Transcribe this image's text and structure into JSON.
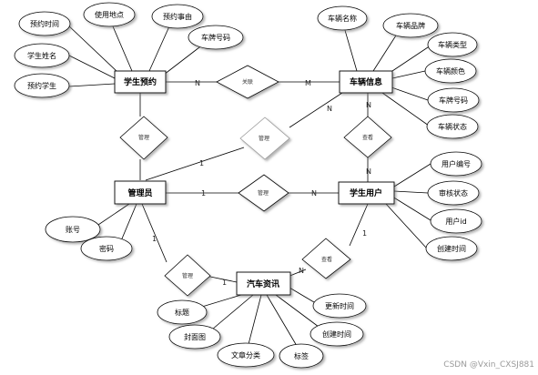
{
  "entities": [
    {
      "id": "student_booking",
      "label": "学生预约"
    },
    {
      "id": "vehicle_info",
      "label": "车辆信息"
    },
    {
      "id": "admin",
      "label": "管理员"
    },
    {
      "id": "student_user",
      "label": "学生用户"
    },
    {
      "id": "car_news",
      "label": "汽车资讯"
    }
  ],
  "attributes": [
    {
      "id": "a_time",
      "label": "预约时间"
    },
    {
      "id": "a_place",
      "label": "使用地点"
    },
    {
      "id": "a_reason",
      "label": "预约事由"
    },
    {
      "id": "a_plate1",
      "label": "车牌号码"
    },
    {
      "id": "a_stuname",
      "label": "学生姓名"
    },
    {
      "id": "a_stu",
      "label": "预约学生"
    },
    {
      "id": "v_name",
      "label": "车辆名称"
    },
    {
      "id": "v_brand",
      "label": "车辆品牌"
    },
    {
      "id": "v_type",
      "label": "车辆类型"
    },
    {
      "id": "v_color",
      "label": "车辆颜色"
    },
    {
      "id": "v_plate",
      "label": "车牌号码"
    },
    {
      "id": "v_status",
      "label": "车辆状态"
    },
    {
      "id": "u_no",
      "label": "用户编号"
    },
    {
      "id": "u_audit",
      "label": "审核状态"
    },
    {
      "id": "u_id",
      "label": "用户id"
    },
    {
      "id": "u_created",
      "label": "创建时间"
    },
    {
      "id": "ad_acc",
      "label": "账号"
    },
    {
      "id": "ad_pwd",
      "label": "密码"
    },
    {
      "id": "n_title",
      "label": "标题"
    },
    {
      "id": "n_cover",
      "label": "封面图"
    },
    {
      "id": "n_cat",
      "label": "文章分类"
    },
    {
      "id": "n_tag",
      "label": "标签"
    },
    {
      "id": "n_created",
      "label": "创建时间"
    },
    {
      "id": "n_updated",
      "label": "更新时间"
    }
  ],
  "relationships": [
    {
      "id": "r_link",
      "label": "关联"
    },
    {
      "id": "r_manage1",
      "label": "管理"
    },
    {
      "id": "r_manage2",
      "label": "管理"
    },
    {
      "id": "r_manage3",
      "label": "管理"
    },
    {
      "id": "r_manage4",
      "label": "管理"
    },
    {
      "id": "r_view1",
      "label": "查看"
    },
    {
      "id": "r_view2",
      "label": "查看"
    }
  ],
  "cardinalities": [
    {
      "id": "c_n1",
      "label": "N"
    },
    {
      "id": "c_m1",
      "label": "M"
    },
    {
      "id": "c_n2",
      "label": "N"
    },
    {
      "id": "c_1a",
      "label": "1"
    },
    {
      "id": "c_n3",
      "label": "N"
    },
    {
      "id": "c_n4",
      "label": "N"
    },
    {
      "id": "c_1b",
      "label": "1"
    },
    {
      "id": "c_n5",
      "label": "N"
    },
    {
      "id": "c_1c",
      "label": "1"
    },
    {
      "id": "c_1d",
      "label": "1"
    },
    {
      "id": "c_1e",
      "label": "1"
    },
    {
      "id": "c_n6",
      "label": "N"
    }
  ],
  "watermark": "CSDN @Vxin_CXSJ881"
}
